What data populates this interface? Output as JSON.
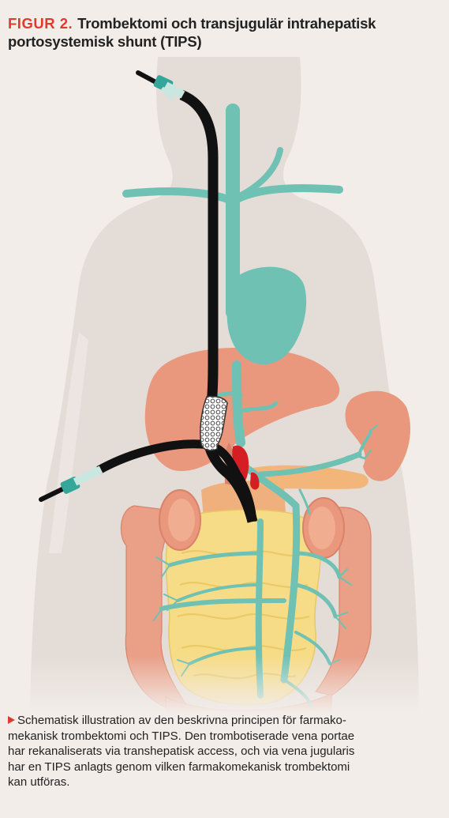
{
  "figure": {
    "label": "FIGUR 2.",
    "title": "Trombektomi och transjugulär intrahepatisk portosystemisk shunt (TIPS)",
    "caption_lines": [
      "Schematisk illustration av den beskrivna principen för farmako-",
      "mekanisk trombektomi och TIPS. Den trombotiserade vena portae",
      "har rekanaliserats via transhepatisk access, och via vena jugularis",
      "har en TIPS anlagts genom vilken farmakomekanisk trombektomi",
      "kan utföras."
    ]
  },
  "colors": {
    "accent": "#e03a2f",
    "vessel": "#6fc1b4",
    "catheter": "#111111",
    "liver": "#e9977d",
    "colon": "#e9a088",
    "intestine": "#f6dc86",
    "body_silhouette": "#e3dbd6",
    "background": "#f2ede9",
    "thrombus": "#d41e24",
    "connector": "#35a79a"
  }
}
